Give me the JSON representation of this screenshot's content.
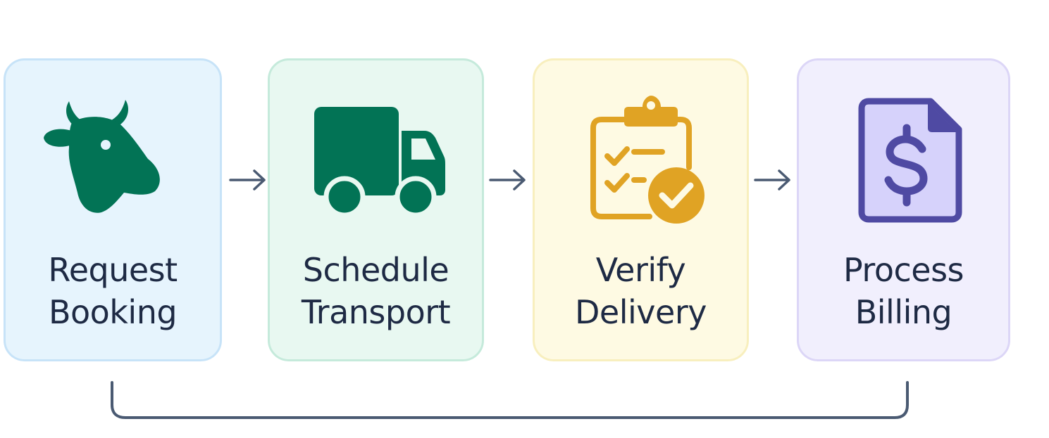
{
  "steps": [
    {
      "id": "request",
      "line1": "Request",
      "line2": "Booking",
      "icon": "cow-icon",
      "bg": "#e6f4fd",
      "border": "#c7e3f8",
      "icon_color": "#027355"
    },
    {
      "id": "schedule",
      "line1": "Schedule",
      "line2": "Transport",
      "icon": "truck-icon",
      "bg": "#e8f8f1",
      "border": "#c5eadb",
      "icon_color": "#027355"
    },
    {
      "id": "verify",
      "line1": "Verify",
      "line2": "Delivery",
      "icon": "clipboard-check-icon",
      "bg": "#fefae3",
      "border": "#f8efbe",
      "icon_color": "#e0a324"
    },
    {
      "id": "billing",
      "line1": "Process",
      "line2": "Billing",
      "icon": "invoice-dollar-icon",
      "bg": "#f1effd",
      "border": "#dcd6f7",
      "icon_color": "#4f4aa3",
      "icon_fill": "#d6d2fb"
    }
  ],
  "connector_color": "#4a5a72",
  "label_color": "#1e2a44"
}
